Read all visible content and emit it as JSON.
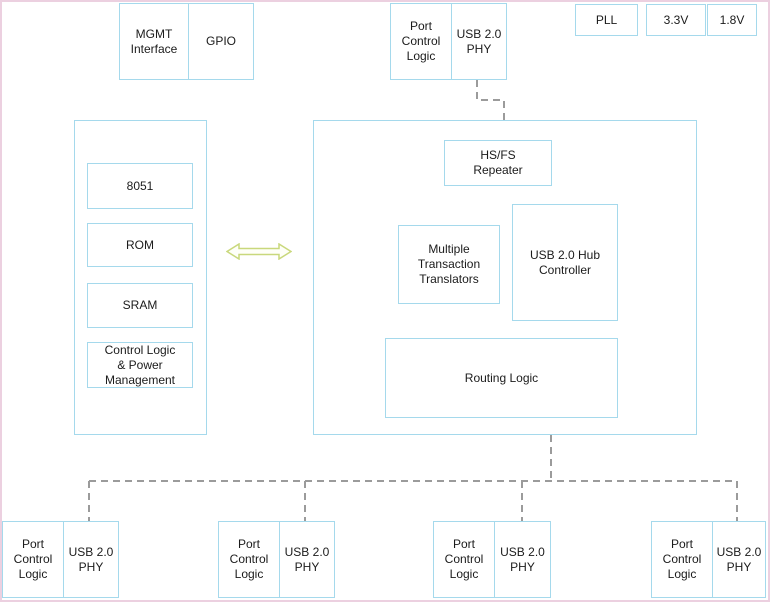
{
  "diagram": {
    "top": {
      "mgmt": {
        "label": "MGMT Interface"
      },
      "gpio": {
        "label": "GPIO"
      },
      "upstream": {
        "port_label": "Port Control Logic",
        "phy_label": "USB 2.0 PHY"
      },
      "pll": {
        "label": "PLL"
      },
      "rail_3v3": {
        "label": "3.3V"
      },
      "rail_1v8": {
        "label": "1.8V"
      }
    },
    "cpu": {
      "core": "8051",
      "rom": "ROM",
      "sram": "SRAM",
      "control_power": "Control Logic & Power Management"
    },
    "hub": {
      "repeater": "HS/FS Repeater",
      "translators": "Multiple Transaction Translators",
      "controller": "USB 2.0 Hub Controller",
      "routing": "Routing Logic"
    },
    "downstream": [
      {
        "port_label": "Port Control Logic",
        "phy_label": "USB 2.0 PHY"
      },
      {
        "port_label": "Port Control Logic",
        "phy_label": "USB 2.0 PHY"
      },
      {
        "port_label": "Port Control Logic",
        "phy_label": "USB 2.0 PHY"
      },
      {
        "port_label": "Port Control Logic",
        "phy_label": "USB 2.0 PHY"
      }
    ],
    "colors": {
      "box_border": "#a5d9ec",
      "page_border": "#ecd0e0",
      "connector": "#9b9b9b",
      "arrow_outline": "#c9d87c",
      "text": "#1b1b1b"
    }
  }
}
